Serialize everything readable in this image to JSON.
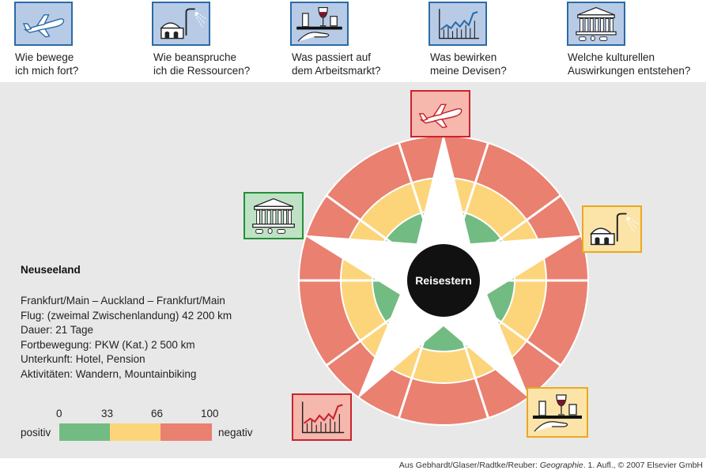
{
  "questions": [
    {
      "icon": "airplane-icon",
      "text": "Wie bewege\nich mich fort?"
    },
    {
      "icon": "house-shower-icon",
      "text": "Wie beanspruche\nich die Ressourcen?"
    },
    {
      "icon": "waiter-tray-icon",
      "text": "Was passiert auf\ndem Arbeitsmarkt?"
    },
    {
      "icon": "chart-graph-icon",
      "text": "Was bewirken\nmeine Devisen?"
    },
    {
      "icon": "temple-icon",
      "text": "Welche kulturellen\nAuswirkungen entstehen?"
    }
  ],
  "center_label": "Reisestern",
  "trip": {
    "title": "Neuseeland",
    "lines": [
      "Frankfurt/Main – Auckland – Frankfurt/Main",
      "Flug: (zweimal Zwischenlandung) 42 200 km",
      "Dauer: 21 Tage",
      "Fortbewegung: PKW (Kat.) 2 500 km",
      "Unterkunft: Hotel, Pension",
      "Aktivitäten: Wandern, Mountainbiking"
    ]
  },
  "scale": {
    "ticks": [
      "0",
      "33",
      "66",
      "100"
    ],
    "left_label": "positiv",
    "right_label": "negativ"
  },
  "colors": {
    "green": "#72bb82",
    "yellow": "#fcd57b",
    "red": "#e98070",
    "blue_border": "#2b6aa6",
    "blue_fill": "#b7cbe7",
    "panel": "#e8e8e8"
  },
  "star_icons": [
    {
      "icon": "airplane-icon",
      "rating": "negativ",
      "color": "#e98070"
    },
    {
      "icon": "house-shower-icon",
      "rating": "mittel",
      "color": "#fcd57b"
    },
    {
      "icon": "waiter-tray-icon",
      "rating": "mittel",
      "color": "#fcd57b"
    },
    {
      "icon": "chart-graph-icon",
      "rating": "negativ",
      "color": "#e98070"
    },
    {
      "icon": "temple-icon",
      "rating": "positiv",
      "color": "#72bb82"
    }
  ],
  "credit": {
    "prefix": "Aus Gebhardt/Glaser/Radtke/Reuber: ",
    "book": "Geographie",
    "suffix": ". 1. Aufl., © 2007 Elsevier GmbH"
  }
}
